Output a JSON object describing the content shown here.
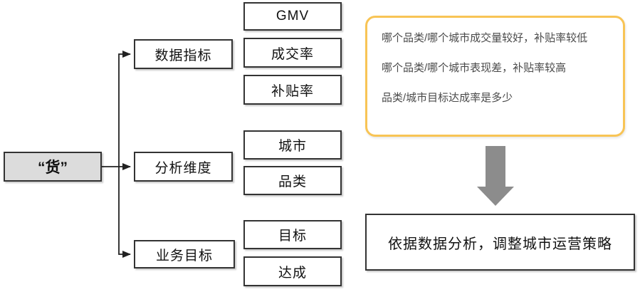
{
  "root": {
    "label": "“货”"
  },
  "branches": [
    {
      "label": "数据指标",
      "children": [
        "GMV",
        "成交率",
        "补贴率"
      ]
    },
    {
      "label": "分析维度",
      "children": [
        "城市",
        "品类"
      ]
    },
    {
      "label": "业务目标",
      "children": [
        "目标",
        "达成"
      ]
    }
  ],
  "questions_panel": {
    "lines": [
      "哪个品类/哪个城市成交量较好，补贴率较低",
      "哪个品类/哪个城市表现差，补贴率较高",
      "品类/城市目标达成率是多少"
    ]
  },
  "conclusion": {
    "label": "依据数据分析，调整城市运营策略"
  },
  "icons": {
    "down_arrow": "down-arrow-icon"
  },
  "colors": {
    "box_border": "#333333",
    "root_fill": "#dcdcdc",
    "panel_border": "#f8c455",
    "down_arrow": "#8c8c8c",
    "question_text": "#4a4a4a",
    "text": "#111111"
  }
}
